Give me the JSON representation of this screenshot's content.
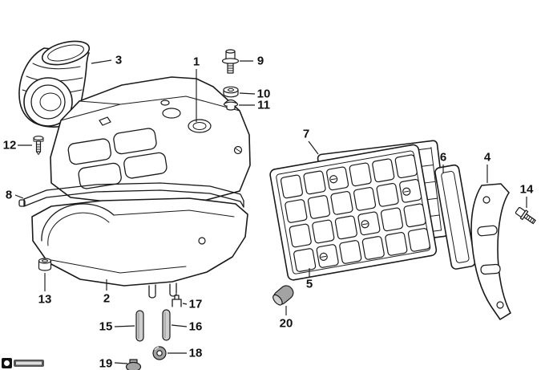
{
  "diagram": {
    "kind": "exploded-parts-diagram",
    "background": "#ffffff",
    "line_color": "#1a1a1a",
    "metal_gray": "#a3a3a3",
    "callouts": [
      {
        "label": "1"
      },
      {
        "label": "2"
      },
      {
        "label": "3"
      },
      {
        "label": "4"
      },
      {
        "label": "5"
      },
      {
        "label": "6"
      },
      {
        "label": "7"
      },
      {
        "label": "8"
      },
      {
        "label": "9"
      },
      {
        "label": "10"
      },
      {
        "label": "11"
      },
      {
        "label": "12"
      },
      {
        "label": "13"
      },
      {
        "label": "14"
      },
      {
        "label": "15"
      },
      {
        "label": "16"
      },
      {
        "label": "17"
      },
      {
        "label": "18"
      },
      {
        "label": "19"
      },
      {
        "label": "20"
      }
    ]
  }
}
